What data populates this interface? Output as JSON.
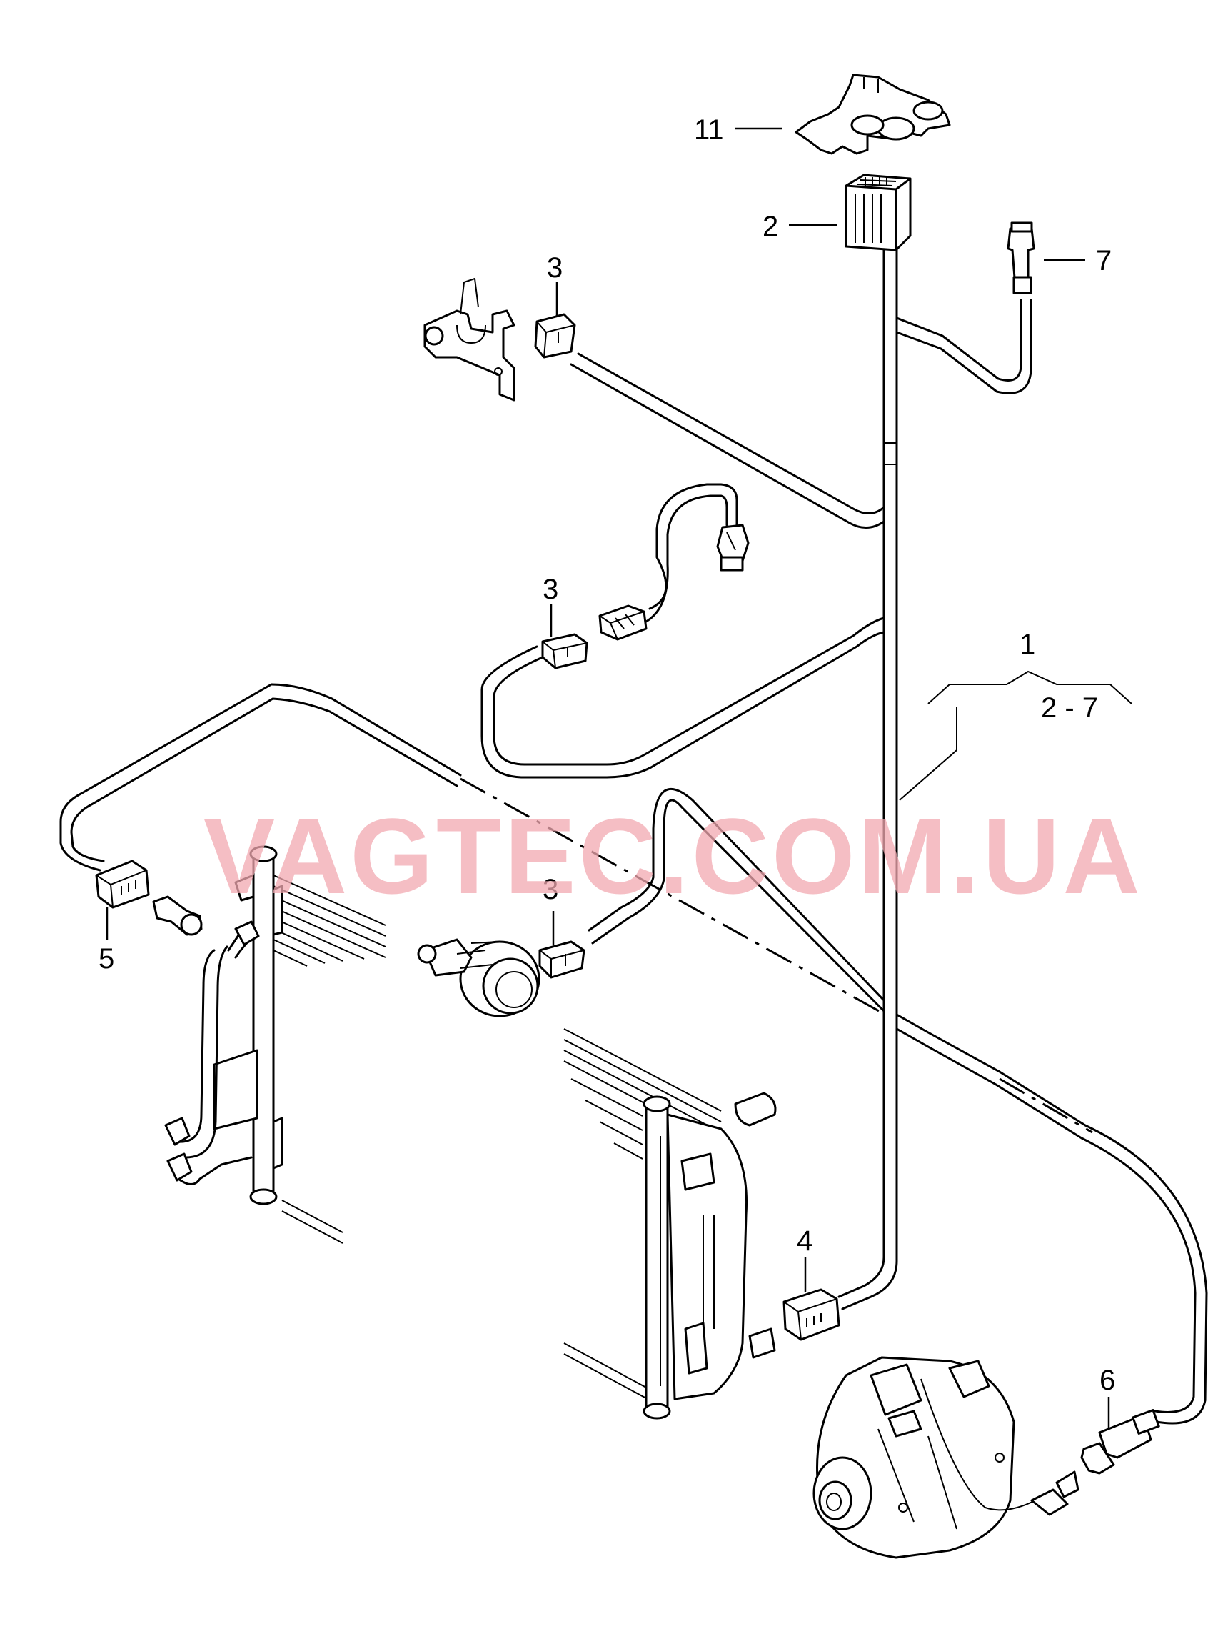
{
  "watermark": "VAGTEC.COM.UA",
  "callouts": {
    "label_11": "11",
    "label_2": "2",
    "label_7": "7",
    "label_3a": "3",
    "label_3b": "3",
    "label_3c": "3",
    "label_1": "1",
    "label_range": "2 - 7",
    "label_5": "5",
    "label_4": "4",
    "label_6": "6"
  },
  "colors": {
    "line": "#000000",
    "watermark": "#f2a8b0",
    "background": "#ffffff"
  },
  "icons": [
    "bracket-icon",
    "connector-icon",
    "pressure-switch-icon",
    "compressor-icon",
    "condenser-icon",
    "radiator-icon",
    "fan-motor-icon",
    "sensor-icon"
  ]
}
